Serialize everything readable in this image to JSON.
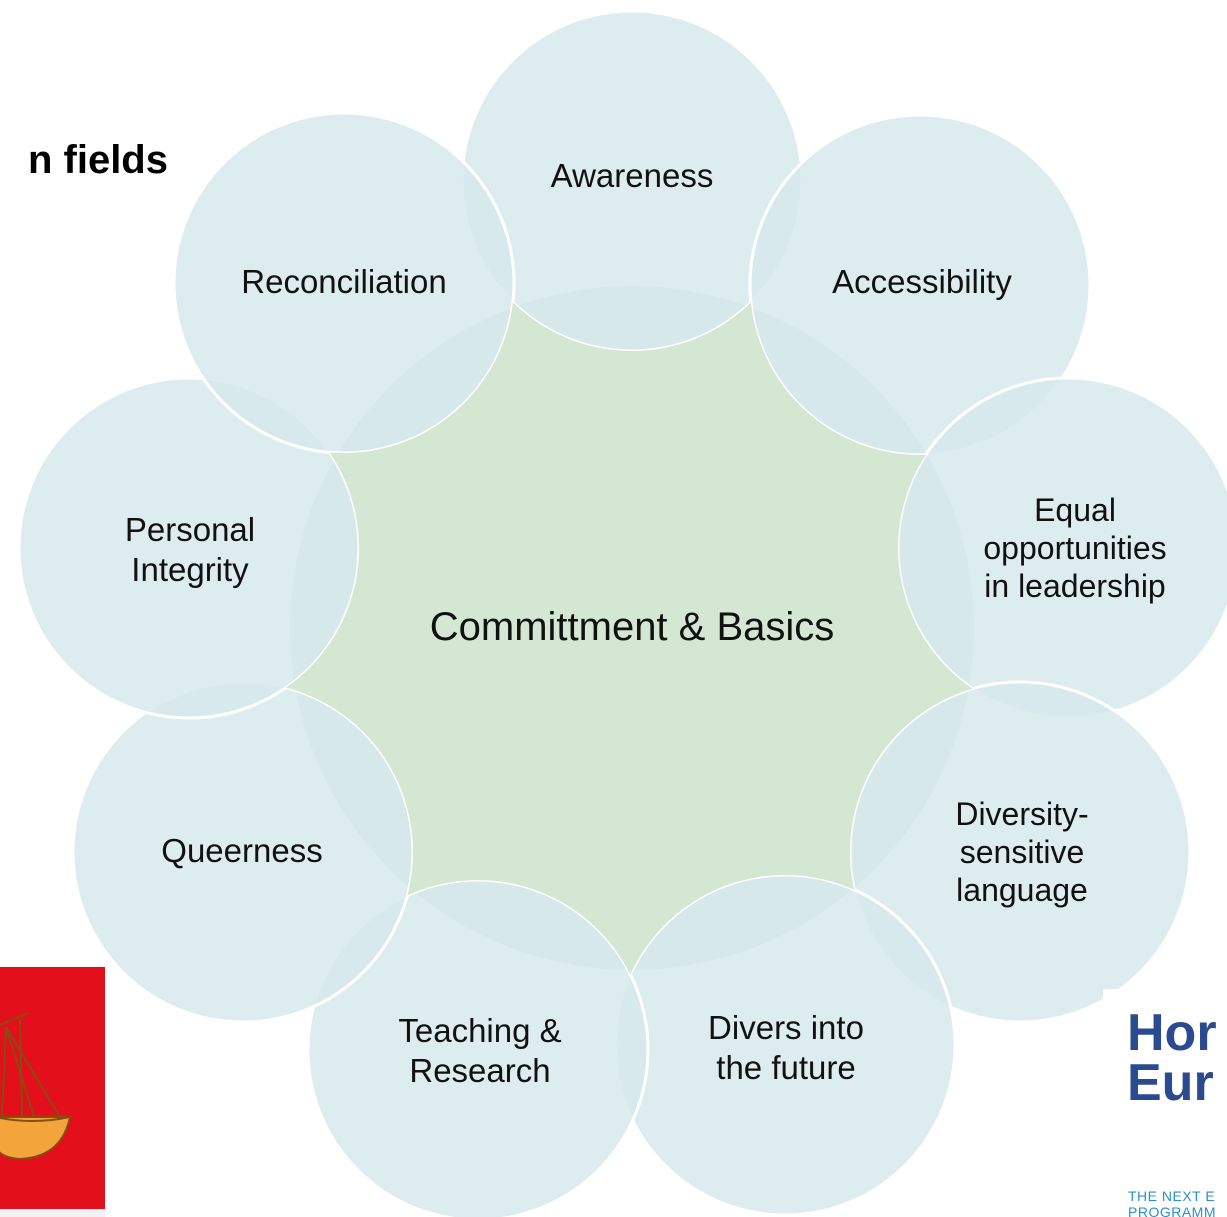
{
  "heading": "n fields",
  "diagram": {
    "center": "Committment & Basics",
    "items": [
      {
        "id": "awareness",
        "lines": [
          "Awareness"
        ]
      },
      {
        "id": "accessibility",
        "lines": [
          "Accessibility"
        ]
      },
      {
        "id": "equal-opportunities",
        "lines": [
          "Equal",
          "opportunities",
          "in leadership"
        ]
      },
      {
        "id": "diversity-language",
        "lines": [
          "Diversity-",
          "sensitive",
          "language"
        ]
      },
      {
        "id": "divers-future",
        "lines": [
          "Divers into",
          "the future"
        ]
      },
      {
        "id": "teaching-research",
        "lines": [
          "Teaching &",
          "Research"
        ]
      },
      {
        "id": "queerness",
        "lines": [
          "Queerness"
        ]
      },
      {
        "id": "personal-integrity",
        "lines": [
          "Personal",
          "Integrity"
        ]
      },
      {
        "id": "reconciliation",
        "lines": [
          "Reconciliation"
        ]
      }
    ]
  },
  "logo_right": {
    "line1": "Hor",
    "line2": "Eur",
    "tagline1": "THE NEXT E",
    "tagline2": "PROGRAMM"
  },
  "colors": {
    "satellite": "#d7e9ec",
    "center": "#d3e7d3",
    "logo_left_bg": "#e3101b",
    "logo_right_text": "#2b4a8f"
  }
}
